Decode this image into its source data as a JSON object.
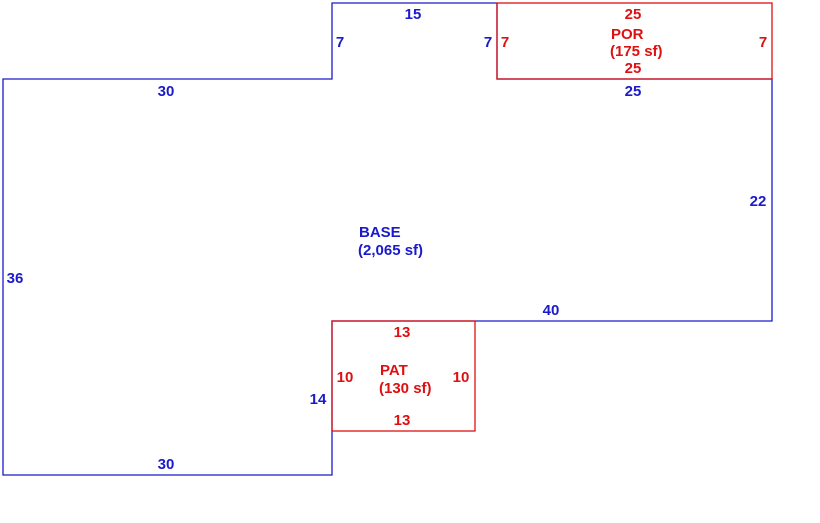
{
  "colors": {
    "base": "#1a1acc",
    "addition": "#dd1111"
  },
  "areas": {
    "base": {
      "name": "BASE",
      "area": "(2,065 sf)"
    },
    "por": {
      "name": "POR",
      "area": "(175 sf)"
    },
    "pat": {
      "name": "PAT",
      "area": "(130 sf)"
    }
  },
  "dims": {
    "base_top_bump": "15",
    "base_bump_left": "7",
    "base_bump_right": "7",
    "base_top_left": "30",
    "base_top_right": "25",
    "base_right": "22",
    "base_left": "36",
    "base_mid": "40",
    "base_notch": "14",
    "base_bottom": "30",
    "por_top": "25",
    "por_bottom": "25",
    "por_left": "7",
    "por_right": "7",
    "pat_top": "13",
    "pat_bottom": "13",
    "pat_left": "10",
    "pat_right": "10"
  }
}
